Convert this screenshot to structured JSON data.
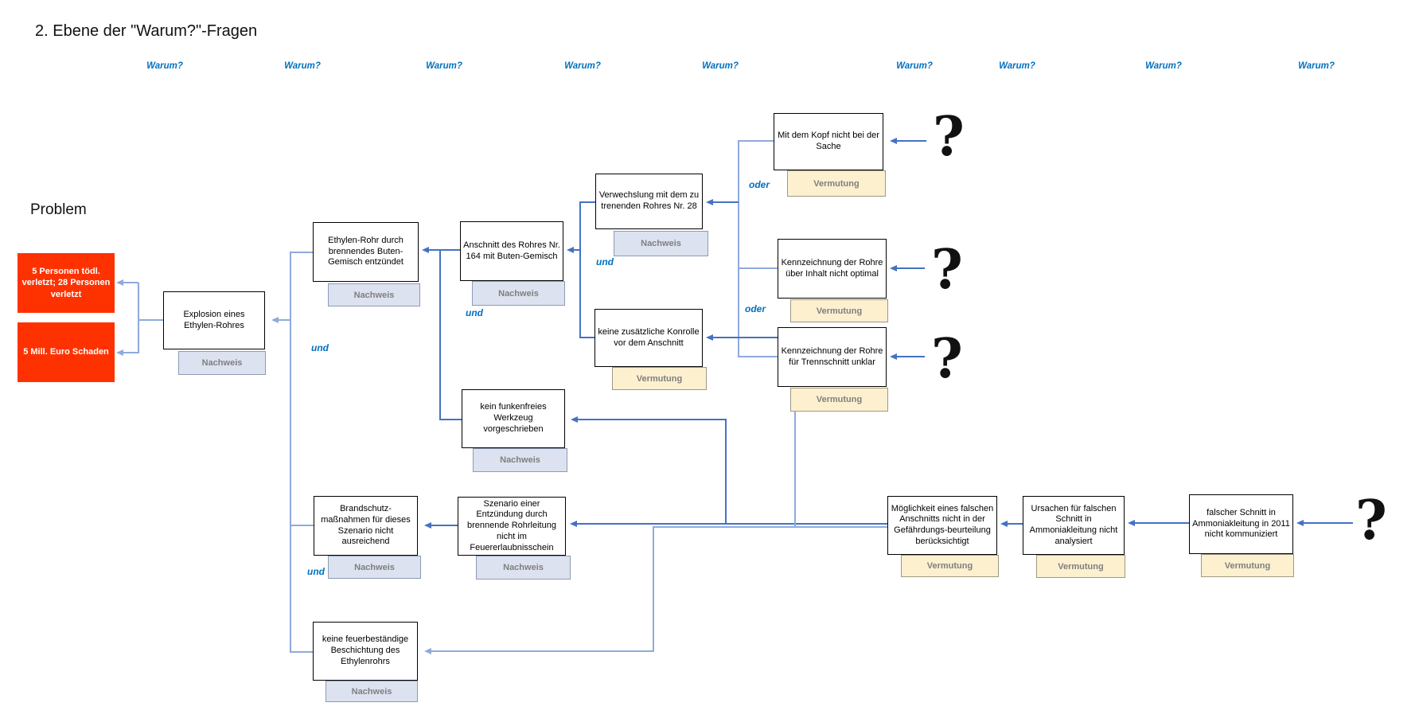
{
  "title": "2. Ebene der \"Warum?\"-Fragen",
  "problem_label": "Problem",
  "warum_label": "Warum?",
  "question_mark": "?",
  "logic_labels": {
    "und": "und",
    "oder": "oder"
  },
  "tag_labels": {
    "nachweis": "Nachweis",
    "vermutung": "Vermutung"
  },
  "colors": {
    "connector_dark": "#4472C4",
    "connector_light": "#8FAADC",
    "label_blue": "#0070C0",
    "problem_red": "#FE3200",
    "nachweis_fill": "#DCE2EF",
    "vermutung_fill": "#FCF0CF"
  },
  "nodes": {
    "victims": {
      "label": "5 Personen tödl. verletzt; 28 Personen verletzt"
    },
    "damage": {
      "label": "5 Mill. Euro Schaden"
    },
    "explosion": {
      "label": "Explosion eines Ethylen-Rohres",
      "tag": "Nachweis"
    },
    "ethylen": {
      "label": "Ethylen-Rohr durch brennendes Buten-Gemisch entzündet",
      "tag": "Nachweis"
    },
    "anschnitt": {
      "label": "Anschnitt des Rohres Nr. 164 mit Buten-Gemisch",
      "tag": "Nachweis"
    },
    "verwechslung": {
      "label": "Verwechslung mit dem zu trenenden Rohres Nr. 28",
      "tag": "Nachweis"
    },
    "kopf": {
      "label": "Mit dem Kopf nicht bei der Sache",
      "tag": "Vermutung"
    },
    "kennzeichnung_inhalt": {
      "label": "Kennzeichnung der Rohre über Inhalt nicht optimal",
      "tag": "Vermutung"
    },
    "kennzeichnung_trennschnitt": {
      "label": "Kennzeichnung der Rohre für Trennschnitt unklar",
      "tag": "Vermutung"
    },
    "kontrolle": {
      "label": "keine zusätzliche Konrolle vor dem Anschnitt",
      "tag": "Vermutung"
    },
    "funkenfrei": {
      "label": "kein funkenfreies Werkzeug vorgeschrieben",
      "tag": "Nachweis"
    },
    "brandschutz": {
      "label": "Brandschutz-maßnahmen für dieses Szenario nicht ausreichend",
      "tag": "Nachweis"
    },
    "szenario": {
      "label": "Szenario einer Entzündung durch brennende Rohrleitung nicht im Feuererlaubnisschein",
      "tag": "Nachweis"
    },
    "feuerbestaendig": {
      "label": "keine feuerbeständige Beschichtung des Ethylenrohrs",
      "tag": "Nachweis"
    },
    "moeglichkeit": {
      "label": "Möglichkeit eines falschen Anschnitts nicht in der Gefährdungs-beurteilung berücksichtigt",
      "tag": "Vermutung"
    },
    "ursachen": {
      "label": "Ursachen für falschen Schnitt in Ammoniakleitung nicht analysiert",
      "tag": "Vermutung"
    },
    "falscher_schnitt": {
      "label": "falscher Schnitt in Ammoniakleitung in 2011 nicht kommuniziert",
      "tag": "Vermutung"
    }
  }
}
